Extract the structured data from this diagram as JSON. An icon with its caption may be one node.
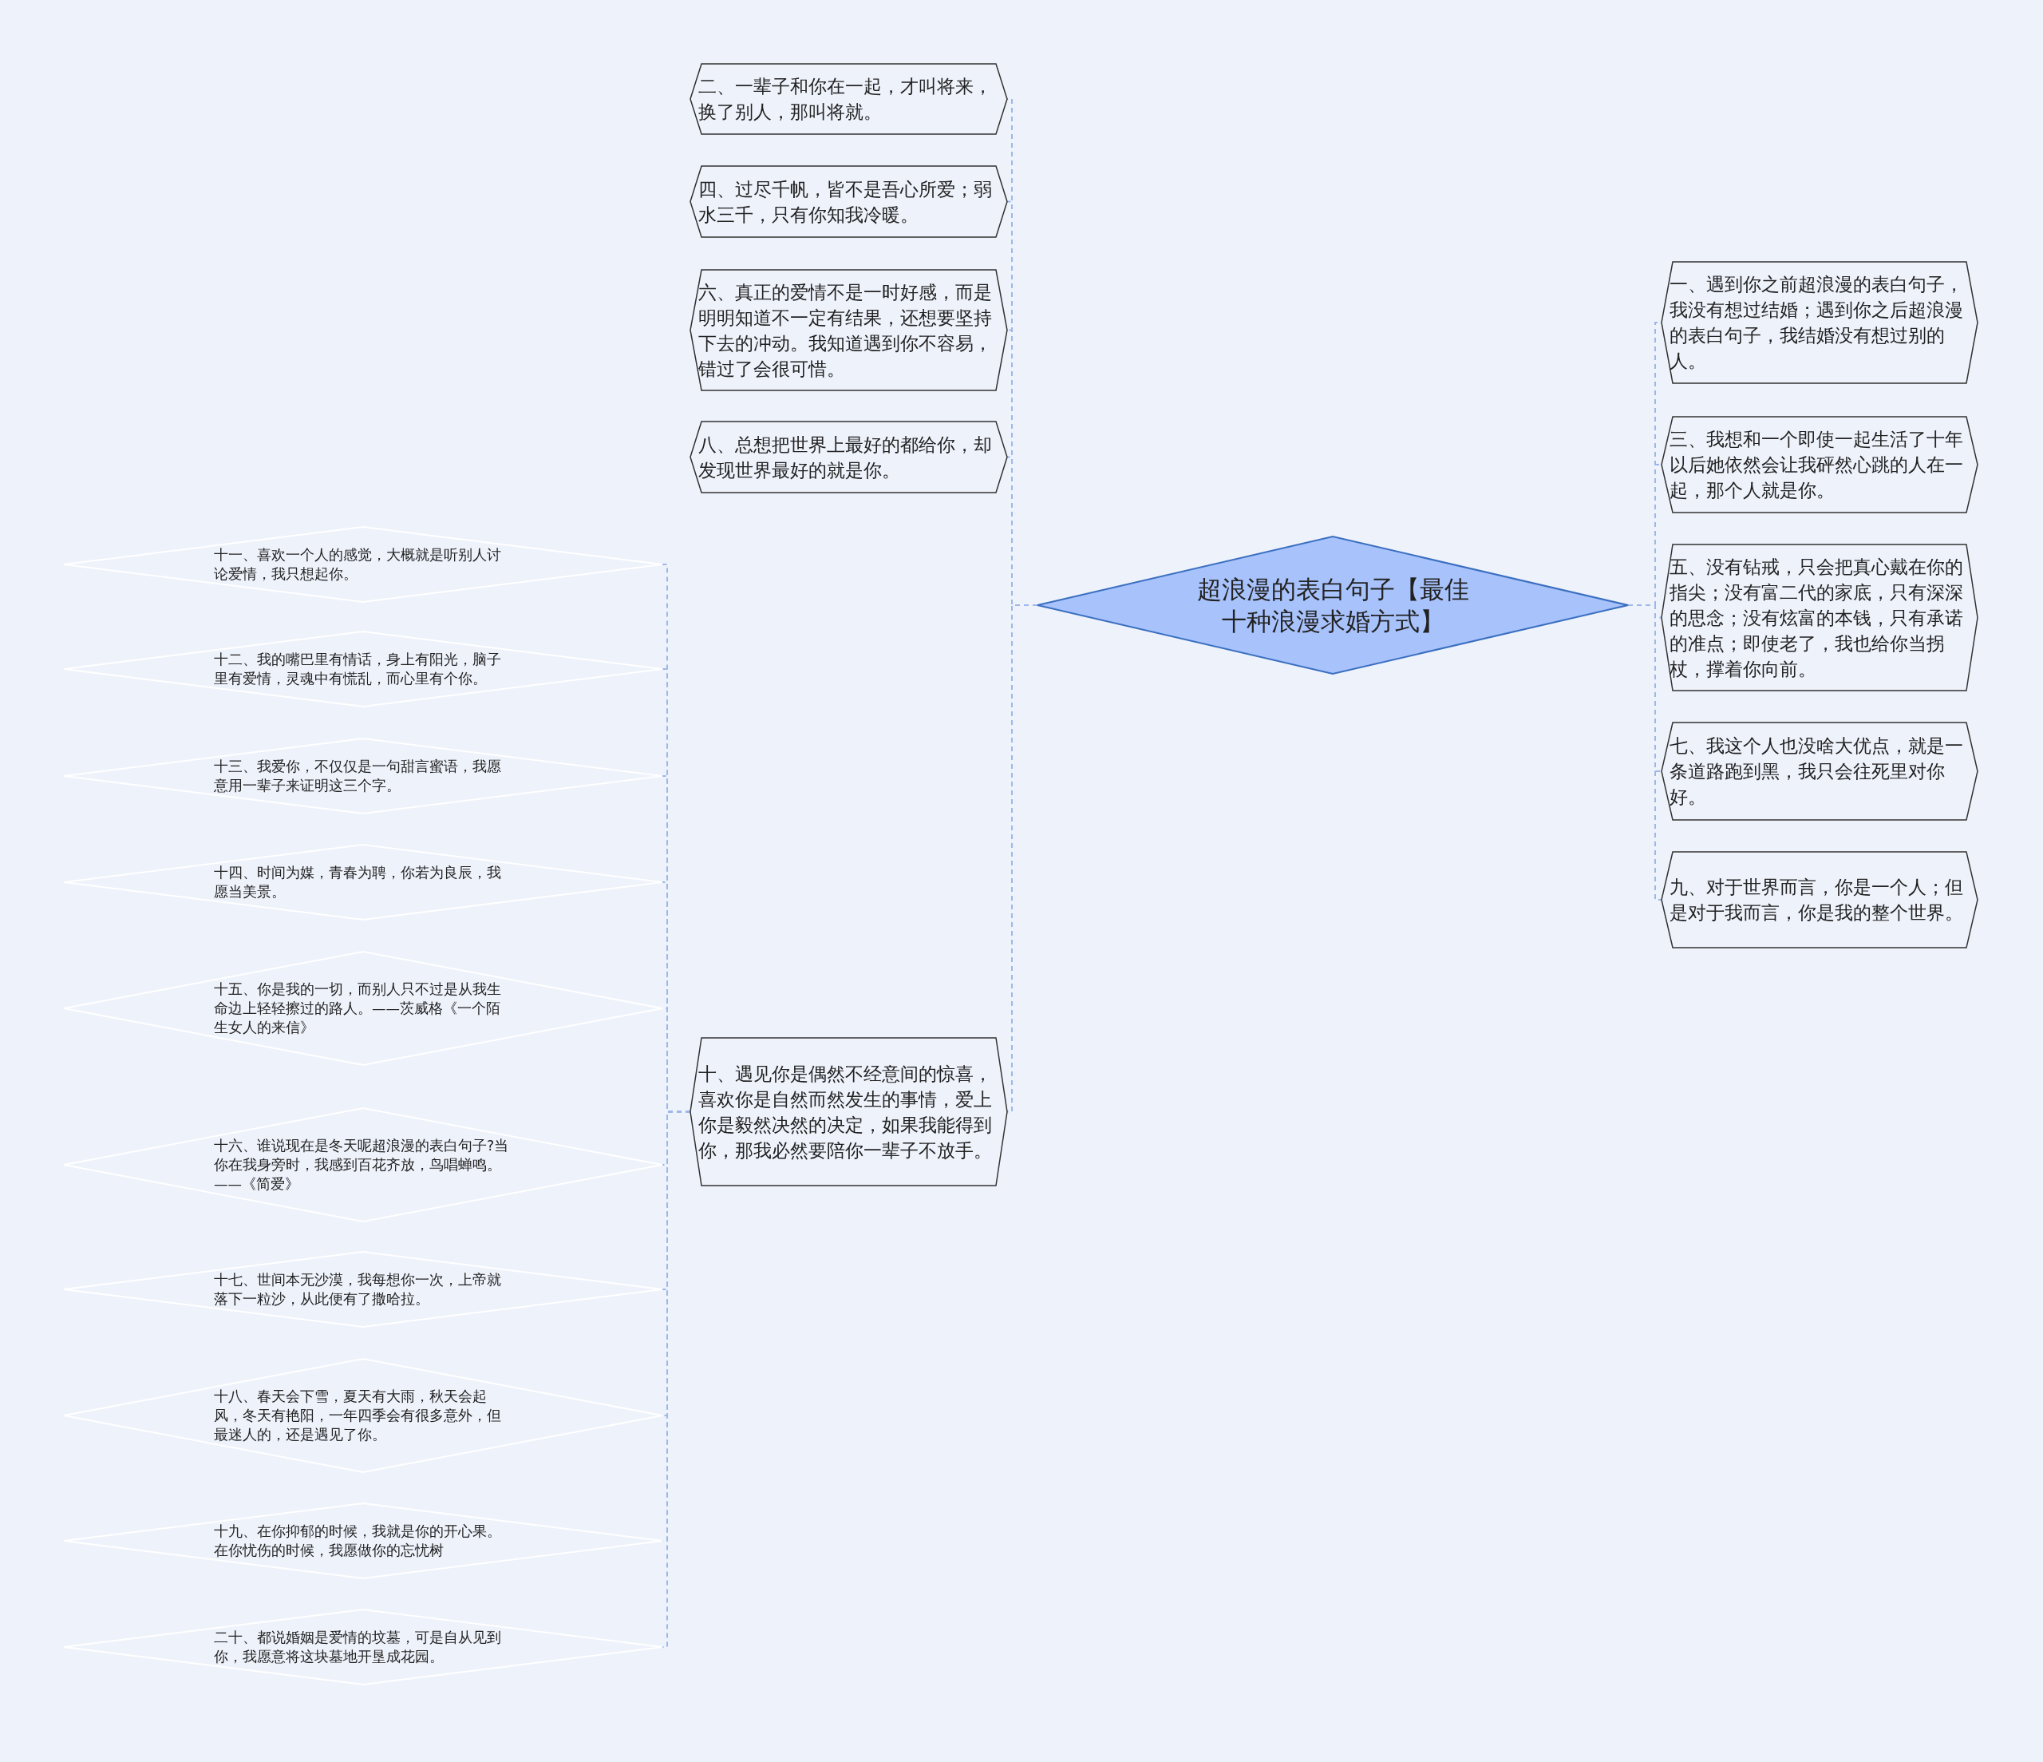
{
  "diagram": {
    "nodes": [
      {
        "text": [
          "超浪漫的表白句子【最佳十种浪漫求婚方式】"
        ]
      },
      {
        "text": [
          "一、遇到你之前超浪漫的表白句子，我没有想过结婚；遇到你之后超浪漫的表白句子，我结婚没有想过别的人。"
        ]
      },
      {
        "text": [
          "二、一辈子和你在一起，才叫将来，换了别人，那叫将就。"
        ]
      },
      {
        "text": [
          "三、我想和一个即使一起生活了十年以后她依然会让我砰然心跳的人在一起，那个人就是你。"
        ]
      },
      {
        "text": [
          "四、过尽千帆，皆不是吾心所爱；弱水三千，只有你知我冷暖。"
        ]
      },
      {
        "text": [
          "五、没有钻戒，只会把真心戴在你的指尖；没有富二代的家底，只有深深的思念；没有炫富的本钱，只有承诺的准点；即使老了，我也给你当拐杖，撑着你向前。"
        ]
      },
      {
        "text": [
          "六、真正的爱情不是一时好感，而是明明知道不一定有结果，还想要坚持下去的冲动。我知道遇到你不容易，错过了会很可惜。"
        ]
      },
      {
        "text": [
          "七、我这个人也没啥大优点，就是一条道路跑到黑，我只会往死里对你好。"
        ]
      },
      {
        "text": [
          "八、总想把世界上最好的都给你，却发现世界最好的就是你。"
        ]
      },
      {
        "text": [
          "九、对于世界而言，你是一个人；但是对于我而言，你是我的整个世界。"
        ]
      },
      {
        "text": [
          "十、遇见你是偶然不经意间的惊喜，喜欢你是自然而然发生的事情，爱上你是毅然决然的决定，如果我能得到你，那我必然要陪你一辈子不放手。"
        ]
      },
      {
        "text": [
          "十一、喜欢一个人的感觉，大概就是听别人讨论爱情，我只想起你。"
        ]
      },
      {
        "text": [
          "十二、我的嘴巴里有情话，身上有阳光，脑子里有爱情，灵魂中有慌乱，而心里有个你。"
        ]
      },
      {
        "text": [
          "十三、我爱你，不仅仅是一句甜言蜜语，我愿意用一辈子来证明这三个字。"
        ]
      },
      {
        "text": [
          "十四、时间为媒，青春为聘，你若为良辰，我愿当美景。"
        ]
      },
      {
        "text": [
          "十五、你是我的一切，而别人只不过是从我生命边上轻轻擦过的路人。——茨威格《一个陌生女人的来信》"
        ]
      },
      {
        "text": [
          "十六、谁说现在是冬天呢超浪漫的表白句子?当你在我身旁时，我感到百花齐放，鸟唱蝉鸣。——《简爱》"
        ]
      },
      {
        "text": [
          "十七、世间本无沙漠，我每想你一次，上帝就落下一粒沙，从此便有了撒哈拉。"
        ]
      },
      {
        "text": [
          "十八、春天会下雪，夏天有大雨，秋天会起风，冬天有艳阳，一年四季会有很多意外，但最迷人的，还是遇见了你。"
        ]
      },
      {
        "text": [
          "十九、在你抑郁的时候，我就是你的开心果。在你忧伤的时候，我愿做你的忘忧树"
        ]
      },
      {
        "text": [
          "二十、都说婚姻是爱情的坟墓，可是自从见到你，我愿意将这块墓地开垦成花园。"
        ]
      }
    ],
    "edges": [
      {
        "from": 0,
        "to": 1,
        "arrow": "none",
        "style": "dashed"
      },
      {
        "from": 0,
        "to": 2,
        "arrow": "none",
        "style": "dashed"
      },
      {
        "from": 0,
        "to": 3,
        "arrow": "none",
        "style": "dashed"
      },
      {
        "from": 0,
        "to": 4,
        "arrow": "none",
        "style": "dashed"
      },
      {
        "from": 0,
        "to": 5,
        "arrow": "none",
        "style": "dashed"
      },
      {
        "from": 0,
        "to": 6,
        "arrow": "none",
        "style": "dashed"
      },
      {
        "from": 0,
        "to": 7,
        "arrow": "none",
        "style": "dashed"
      },
      {
        "from": 0,
        "to": 8,
        "arrow": "none",
        "style": "dashed"
      },
      {
        "from": 0,
        "to": 9,
        "arrow": "none",
        "style": "dashed"
      },
      {
        "from": 0,
        "to": 10,
        "arrow": "none",
        "style": "dashed"
      },
      {
        "from": 10,
        "to": 11,
        "arrow": "none",
        "style": "dashed"
      },
      {
        "from": 10,
        "to": 12,
        "arrow": "none",
        "style": "dashed"
      },
      {
        "from": 10,
        "to": 13,
        "arrow": "none",
        "style": "dashed"
      },
      {
        "from": 10,
        "to": 14,
        "arrow": "none",
        "style": "dashed"
      },
      {
        "from": 10,
        "to": 15,
        "arrow": "none",
        "style": "dashed"
      },
      {
        "from": 10,
        "to": 16,
        "arrow": "none",
        "style": "dashed"
      },
      {
        "from": 10,
        "to": 17,
        "arrow": "none",
        "style": "dashed"
      },
      {
        "from": 10,
        "to": 18,
        "arrow": "none",
        "style": "dashed"
      },
      {
        "from": 10,
        "to": 19,
        "arrow": "none",
        "style": "dashed"
      },
      {
        "from": 10,
        "to": 20,
        "arrow": "none",
        "style": "dashed"
      }
    ]
  }
}
